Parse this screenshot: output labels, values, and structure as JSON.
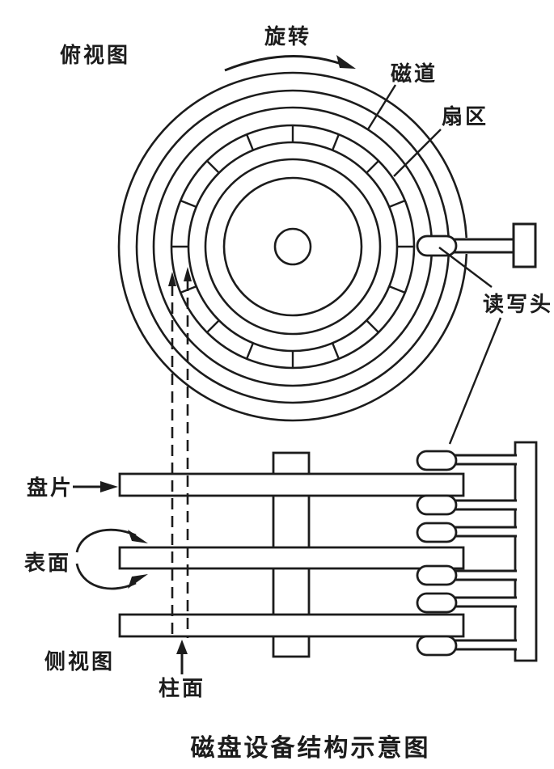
{
  "diagram": {
    "title": "磁盘设备结构示意图",
    "top_view": {
      "view_label": "俯视图",
      "rotation_label": "旋转",
      "track_label": "磁道",
      "sector_label": "扇区",
      "read_write_head_label": "读写头"
    },
    "side_view": {
      "view_label": "侧视图",
      "platter_label": "盘片",
      "surface_label": "表面",
      "cylinder_label": "柱面"
    },
    "colors": {
      "ink": "#1c1c1c",
      "paper": "#ffffff"
    }
  }
}
